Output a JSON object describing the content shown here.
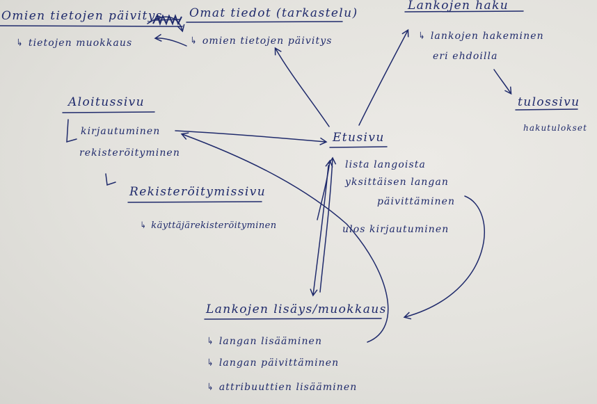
{
  "nodes": {
    "omien_paivitys": {
      "title": "Omien tietojen päivitys",
      "items": [
        "tietojen muokkaus"
      ]
    },
    "omat_tiedot": {
      "title": "Omat tiedot (tarkastelu)",
      "items": [
        "omien tietojen päivitys"
      ]
    },
    "lankojen_haku": {
      "title": "Lankojen haku",
      "items": [
        "lankojen hakeminen",
        "eri ehdoilla"
      ]
    },
    "tulossivu": {
      "title": "tulossivu",
      "items": [
        "hakutulokset"
      ]
    },
    "aloitussivu": {
      "title": "Aloitussivu",
      "items": [
        "kirjautuminen",
        "rekisteröityminen"
      ]
    },
    "etusivu": {
      "title": "Etusivu",
      "items": [
        "lista langoista",
        "yksittäisen langan",
        "päivittäminen",
        "ulos kirjautuminen"
      ]
    },
    "rekisteroitymissivu": {
      "title": "Rekisteröitymissivu",
      "items": [
        "käyttäjärekisteröityminen"
      ]
    },
    "lankojen_lisays": {
      "title": "Lankojen lisäys/muokkaus",
      "items": [
        "langan lisääminen",
        "langan päivittäminen",
        "attribuuttien lisääminen"
      ]
    }
  },
  "ink_color": "#1f2a6b"
}
